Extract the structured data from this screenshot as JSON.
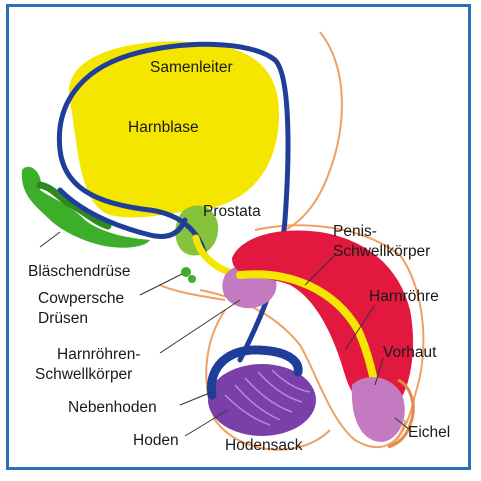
{
  "labels": {
    "samenleiter": "Samenleiter",
    "harnblase": "Harnblase",
    "prostata": "Prostata",
    "penis_schwellkoerper_1": "Penis-",
    "penis_schwellkoerper_2": "Schwellkörper",
    "blaeschendruese": "Bläschendrüse",
    "harnroehre": "Harnröhre",
    "cowpersche_1": "Cowpersche",
    "cowpersche_2": "Drüsen",
    "vorhaut": "Vorhaut",
    "harnroehren_schw_1": "Harnröhren-",
    "harnroehren_schw_2": "Schwellkörper",
    "nebenhoden": "Nebenhoden",
    "eichel": "Eichel",
    "hoden": "Hoden",
    "hodensack": "Hodensack"
  },
  "colors": {
    "frame": "#2a6fb8",
    "bladder": "#f5e600",
    "vas_deferens": "#1f3e9a",
    "seminal_vesicle": "#3cae2a",
    "prostate": "#86c33c",
    "corpus_cavernosum": "#e3183f",
    "urethra": "#f5e600",
    "spongiosum": "#c47ac0",
    "testis": "#7a3fa8",
    "skin_outline": "#f0a060"
  }
}
